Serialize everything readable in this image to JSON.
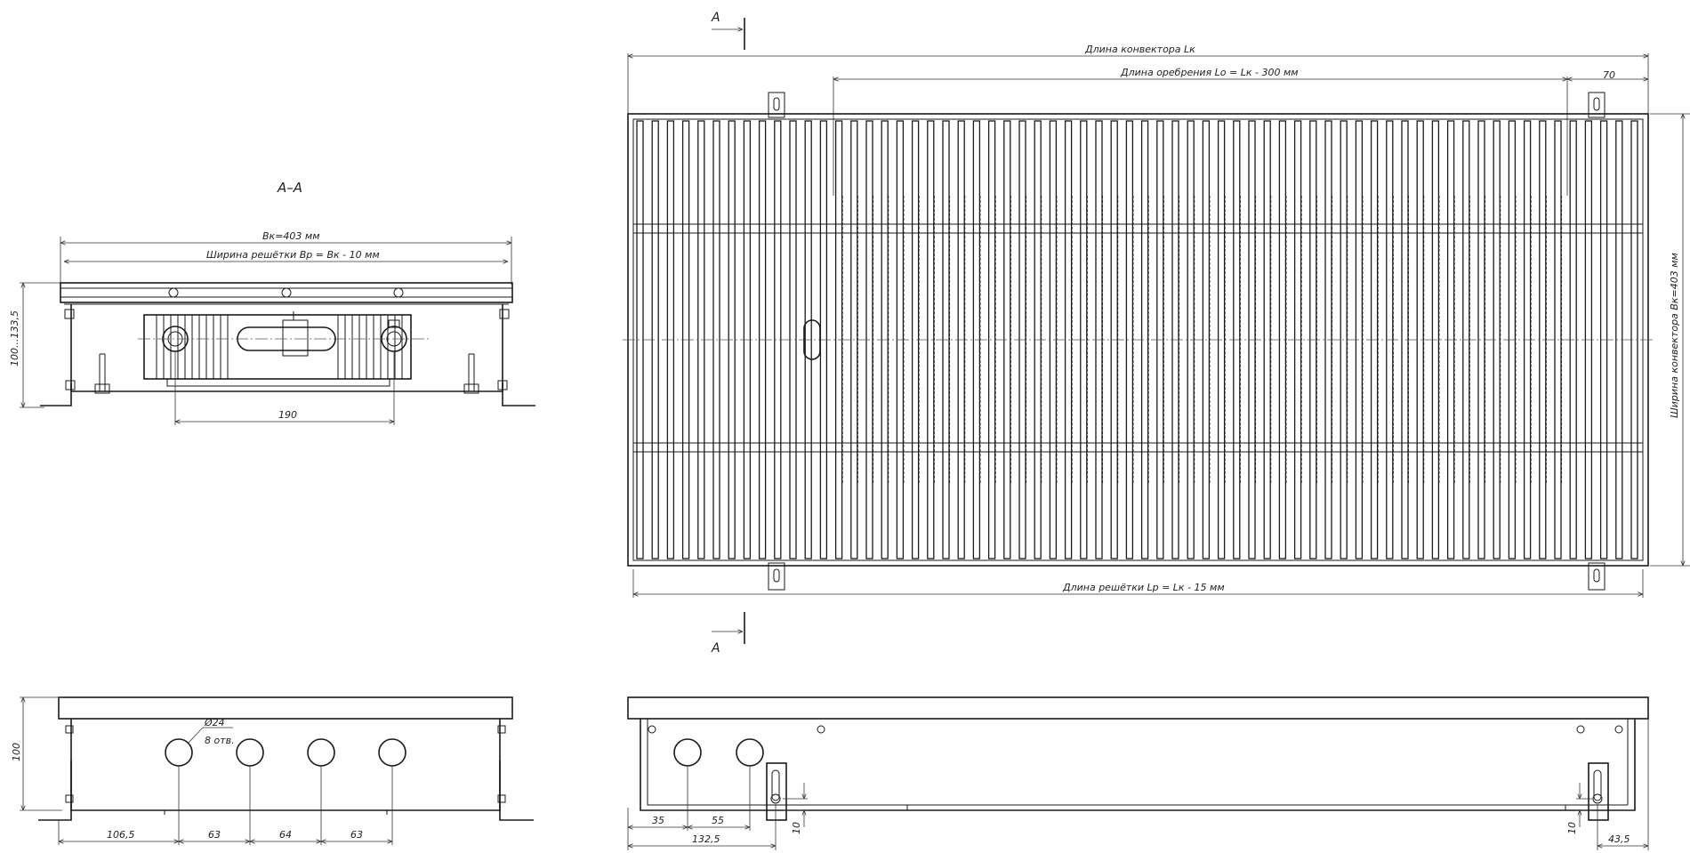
{
  "section_labels": {
    "section_title": "А–А",
    "cut_top": "А",
    "cut_bottom": "А"
  },
  "dimensions": {
    "width_total": "Вк=403 мм",
    "grille_width": "Ширина решётки Вр = Вк - 10 мм",
    "height_range": "100...133,5",
    "pipe_spacing": "190",
    "length_total": "Длина конвектора Lк",
    "fin_length": "Длина оребрения Lо = Lк - 300 мм",
    "end_offset": "70",
    "grille_length": "Длина решётки Lр = Lк - 15 мм",
    "width_vertical": "Ширина конвектора Вк=403 мм",
    "end_height": "100",
    "hole_diameter": "Ø24",
    "hole_count": "8 отв.",
    "hole_offset": "106,5",
    "hole_pitch_1": "63",
    "hole_pitch_2": "64",
    "hole_pitch_3": "63",
    "side_35": "35",
    "side_55": "55",
    "side_132": "132,5",
    "side_10a": "10",
    "side_10b": "10",
    "side_43": "43,5"
  }
}
